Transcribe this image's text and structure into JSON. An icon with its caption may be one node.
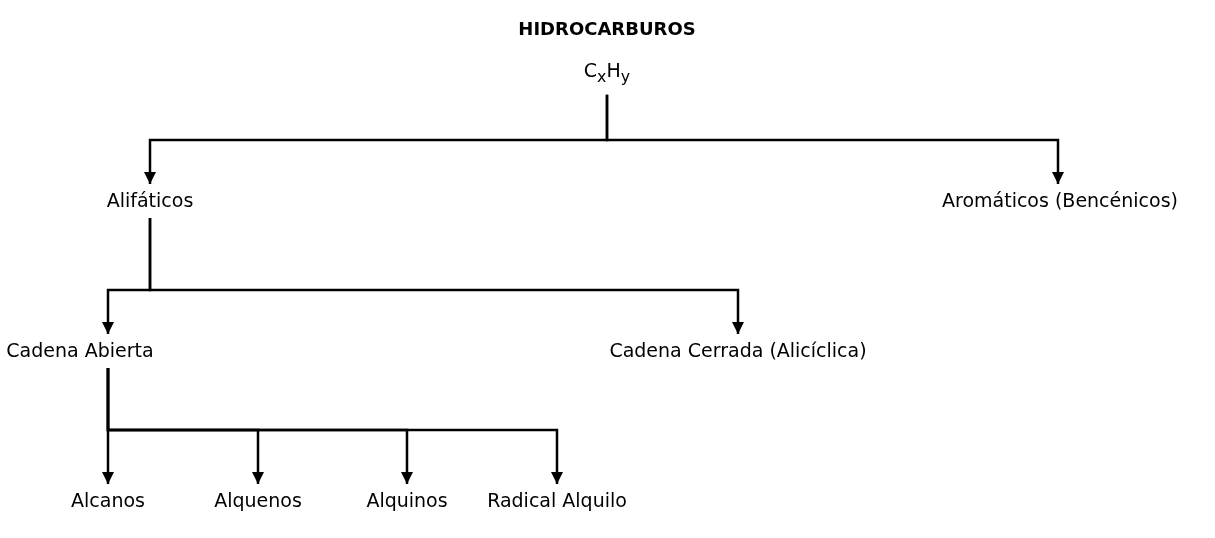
{
  "diagram": {
    "title": "HIDROCARBUROS",
    "nodes": [
      {
        "text": [
          "C$_{x}$H$_{y}$"
        ]
      },
      {
        "text": [
          "Alifáticos"
        ]
      },
      {
        "text": [
          "Aromáticos (Bencénicos)"
        ]
      },
      {
        "text": [
          "Cadena Abierta"
        ]
      },
      {
        "text": [
          "Cadena Cerrada (Alicíclica)"
        ]
      },
      {
        "text": [
          "Alcanos"
        ]
      },
      {
        "text": [
          "Alquenos"
        ]
      },
      {
        "text": [
          "Alquinos"
        ]
      },
      {
        "text": [
          "Radical Alquilo"
        ]
      }
    ],
    "edges": [
      {
        "from": 0,
        "to": 1,
        "arrow": "to"
      },
      {
        "from": 0,
        "to": 2,
        "arrow": "to"
      },
      {
        "from": 1,
        "to": 3,
        "arrow": "to"
      },
      {
        "from": 1,
        "to": 4,
        "arrow": "to"
      },
      {
        "from": 3,
        "to": 5,
        "arrow": "to"
      },
      {
        "from": 3,
        "to": 6,
        "arrow": "to"
      },
      {
        "from": 3,
        "to": 7,
        "arrow": "to"
      },
      {
        "from": 3,
        "to": 8,
        "arrow": "to"
      }
    ]
  }
}
